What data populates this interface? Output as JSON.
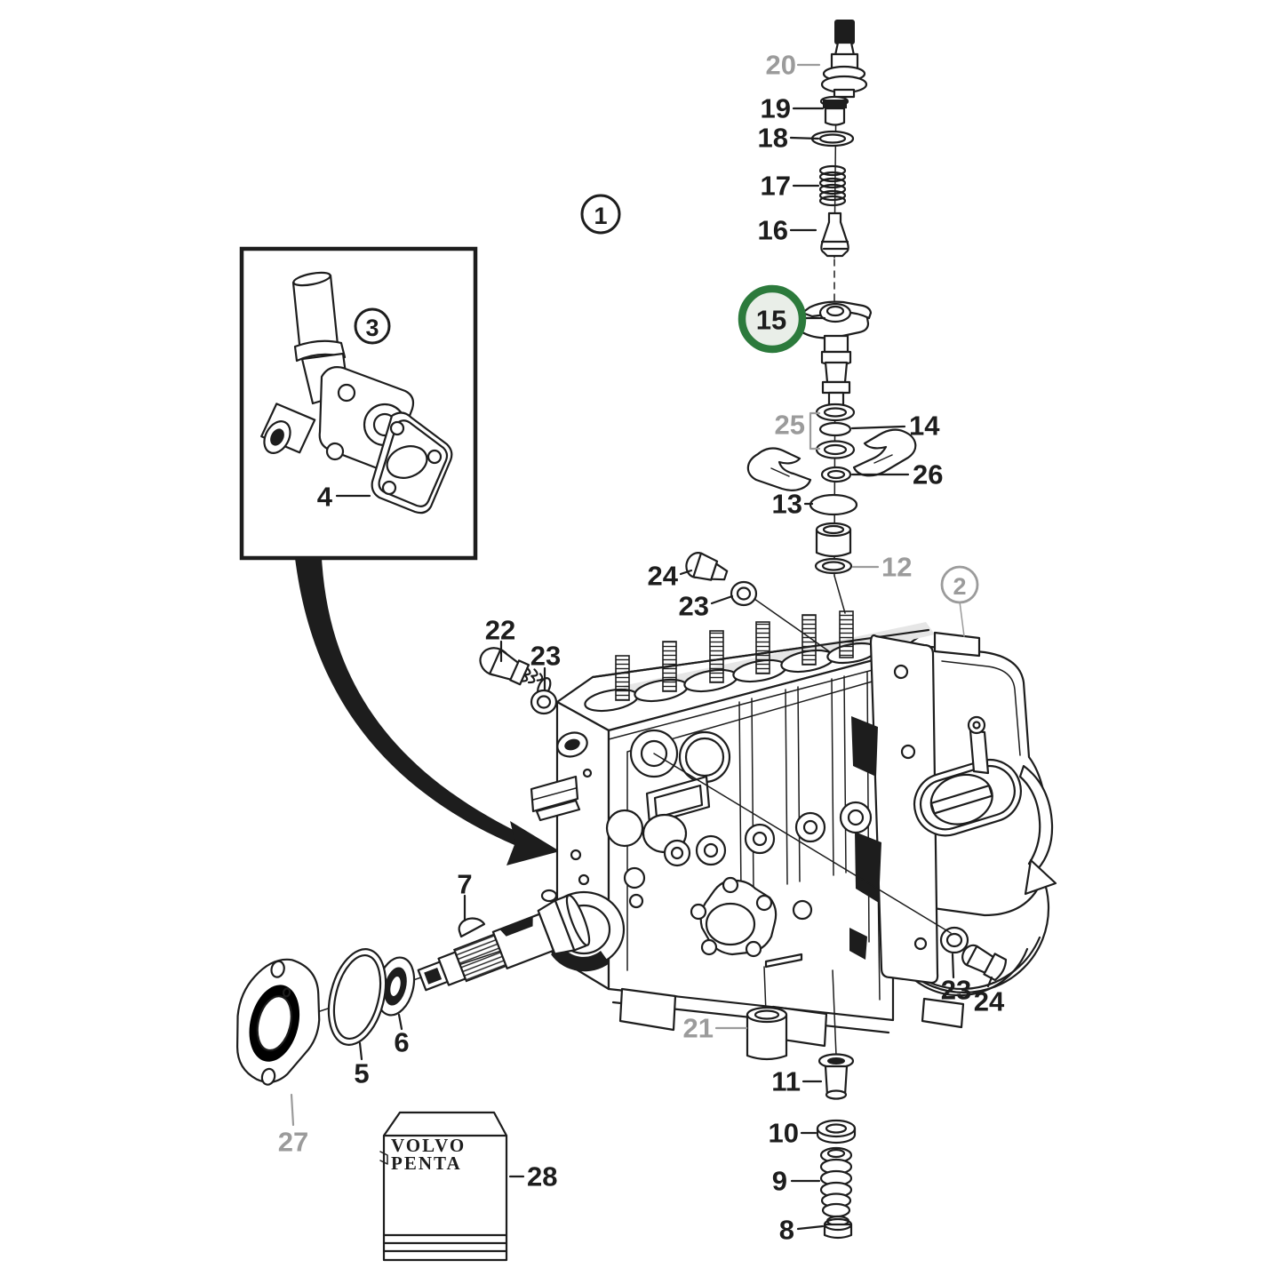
{
  "figure": {
    "type": "exploded-parts-diagram",
    "background": "#ffffff",
    "ink_color": "#1d1d1d",
    "muted_label_color": "#9b9b9b",
    "highlight": {
      "label": "15",
      "ring_color": "#2c7a3c",
      "fill_color": "#e9eee8"
    }
  },
  "brand_box": {
    "line1": "VOLVO",
    "line2": "PENTA"
  },
  "assembly_refs": {
    "k1": "1",
    "k2": "2",
    "k3": "3"
  },
  "callouts": {
    "k4": "4",
    "k5": "5",
    "k6": "6",
    "k7": "7",
    "k8": "8",
    "k9": "9",
    "k10": "10",
    "k11": "11",
    "k12": "12",
    "k13": "13",
    "k14": "14",
    "k15": "15",
    "k16": "16",
    "k17": "17",
    "k18": "18",
    "k19": "19",
    "k20": "20",
    "k21": "21",
    "k22": "22",
    "k23a": "23",
    "k23b": "23",
    "k23c": "23",
    "k24a": "24",
    "k24b": "24",
    "k25": "25",
    "k26": "26",
    "k27": "27",
    "k28": "28"
  }
}
